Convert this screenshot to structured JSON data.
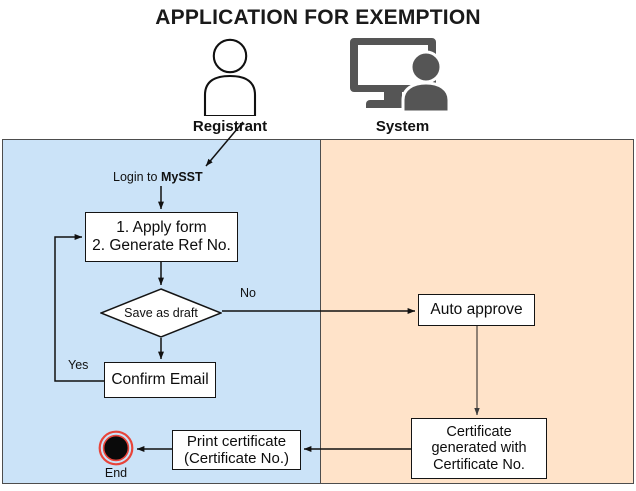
{
  "title": "APPLICATION FOR EXEMPTION",
  "actors": [
    {
      "id": "registrant",
      "label": "Registrant",
      "icon": "person-outline-icon"
    },
    {
      "id": "system",
      "label": "System",
      "icon": "monitor-person-icon"
    }
  ],
  "lanes": [
    {
      "id": "registrant",
      "name": "Registrant",
      "color": "#cbe3f8"
    },
    {
      "id": "system",
      "name": "System",
      "color": "#ffe3c9"
    }
  ],
  "nodes": {
    "apply": {
      "text": "1. Apply form\n2. Generate Ref No.",
      "shape": "process",
      "lane": "registrant"
    },
    "decision": {
      "text": "Save as draft",
      "shape": "decision",
      "lane": "registrant"
    },
    "confirm": {
      "text": "Confirm Email",
      "shape": "process",
      "lane": "registrant"
    },
    "print": {
      "text": "Print certificate\n(Certificate No.)",
      "shape": "process",
      "lane": "registrant"
    },
    "end": {
      "text": "End",
      "shape": "terminator",
      "lane": "registrant"
    },
    "auto_approve": {
      "text": "Auto approve",
      "shape": "process",
      "lane": "system"
    },
    "certificate": {
      "text": "Certificate\ngenerated with\nCertificate No.",
      "shape": "process",
      "lane": "system"
    }
  },
  "edge_labels": {
    "login": {
      "prefix": "Login to ",
      "brand": "MySST"
    },
    "no": "No",
    "yes": "Yes"
  },
  "colors": {
    "lane_registrant": "#cbe3f8",
    "lane_system": "#ffe3c9",
    "node_fill": "#ffffff",
    "stroke": "#141414",
    "icon_gray": "#555555",
    "end_ring": "#e8443a",
    "system_arrow": "#7a6a60"
  }
}
